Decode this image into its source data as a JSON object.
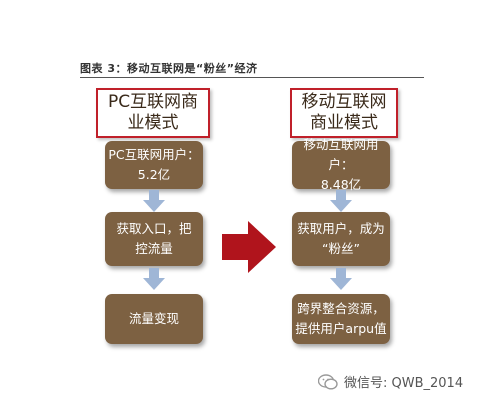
{
  "caption": "图表 3：移动互联网是“粉丝”经济",
  "left": {
    "title": "PC互联网商\n业模式",
    "steps": [
      "PC互联网用户：\n5.2亿",
      "获取入口，把\n控流量",
      "流量变现"
    ]
  },
  "right": {
    "title": "移动互联网\n商业模式",
    "steps": [
      "移动互联网用户：\n8.48亿",
      "获取用户，成为\n“粉丝”",
      "跨界整合资源，\n提供用户arpu值"
    ]
  },
  "footer": {
    "text": "微信号: QWB_2014",
    "icon": "wechat-icon"
  },
  "colors": {
    "box": "#7d6142",
    "title_border": "#c0202a",
    "arrow_down": "#9fb6d6",
    "arrow_big": "#b0141c"
  }
}
